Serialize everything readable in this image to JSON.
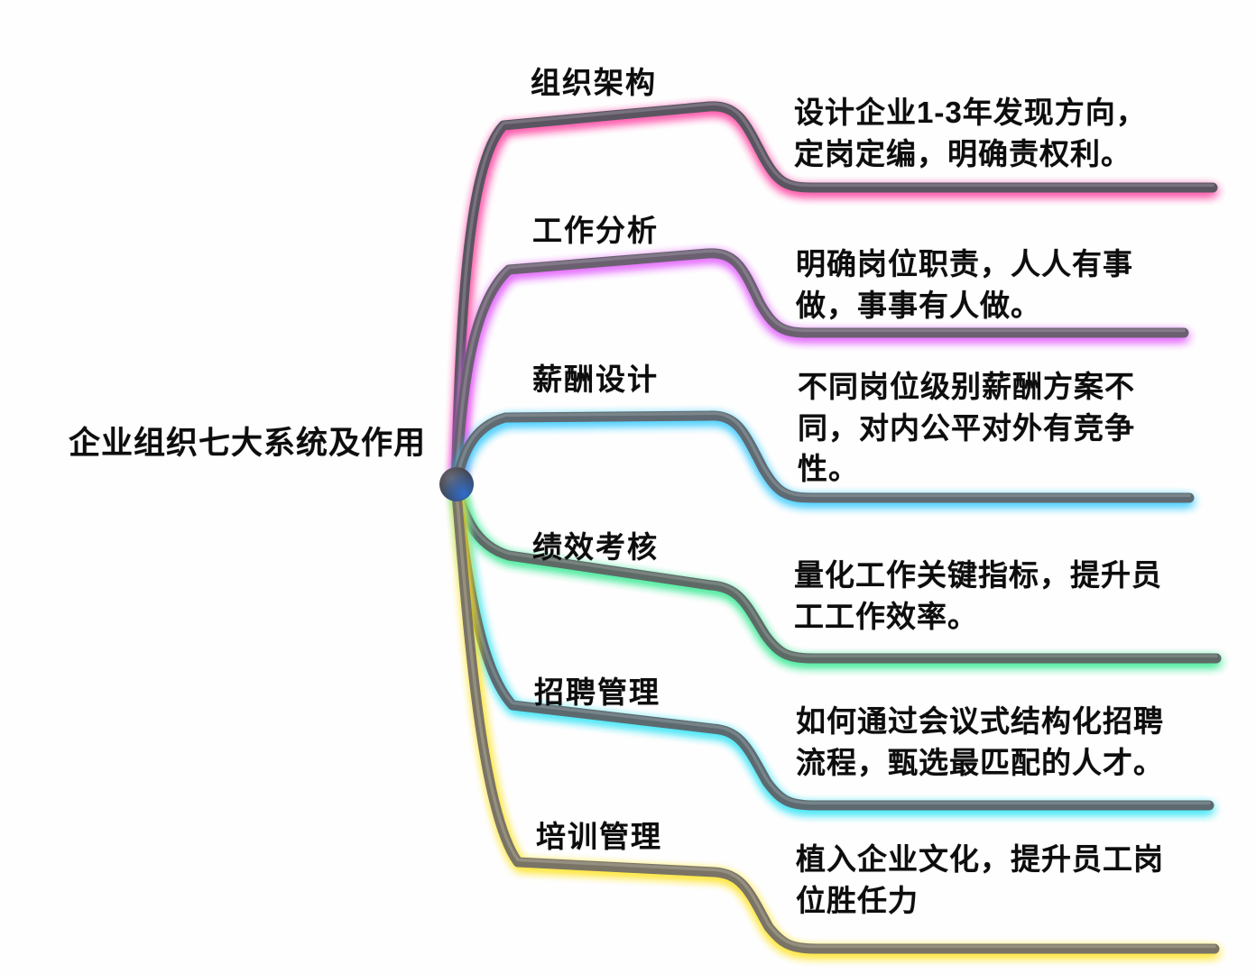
{
  "diagram": {
    "type": "mind-map",
    "title": "企业组织七大系统及作用",
    "root": {
      "label": "企业组织七大系统及作用",
      "stem_color": "#b4b4b4",
      "hub_color": "#4a4a50",
      "hub_accent_color": "#2f6fd0"
    },
    "branches": [
      {
        "label": "组织架构",
        "text": "设计企业1-3年发现方向，\n定岗定编，明确责权利。",
        "glow_color": "#ff3d9e",
        "line_color": "#5a5560"
      },
      {
        "label": "工作分析",
        "text": "明确岗位职责，人人有事\n做，事事有人做。",
        "glow_color": "#e052ff",
        "line_color": "#6a6070"
      },
      {
        "label": "薪酬设计",
        "text": "不同岗位级别薪酬方案不\n同，对内公平对外有竞争\n性。",
        "glow_color": "#32c8ff",
        "line_color": "#5f6a72"
      },
      {
        "label": "绩效考核",
        "text": "量化工作关键指标，提升员\n工工作效率。",
        "glow_color": "#2ee88c",
        "line_color": "#5e6a66"
      },
      {
        "label": "招聘管理",
        "text": "如何通过会议式结构化招聘\n流程，甄选最匹配的人才。",
        "glow_color": "#25e2f5",
        "line_color": "#5c6a70"
      },
      {
        "label": "培训管理",
        "text": "植入企业文化，提升员工岗\n位胜任力",
        "glow_color": "#ffe21c",
        "line_color": "#7a7466"
      }
    ]
  }
}
